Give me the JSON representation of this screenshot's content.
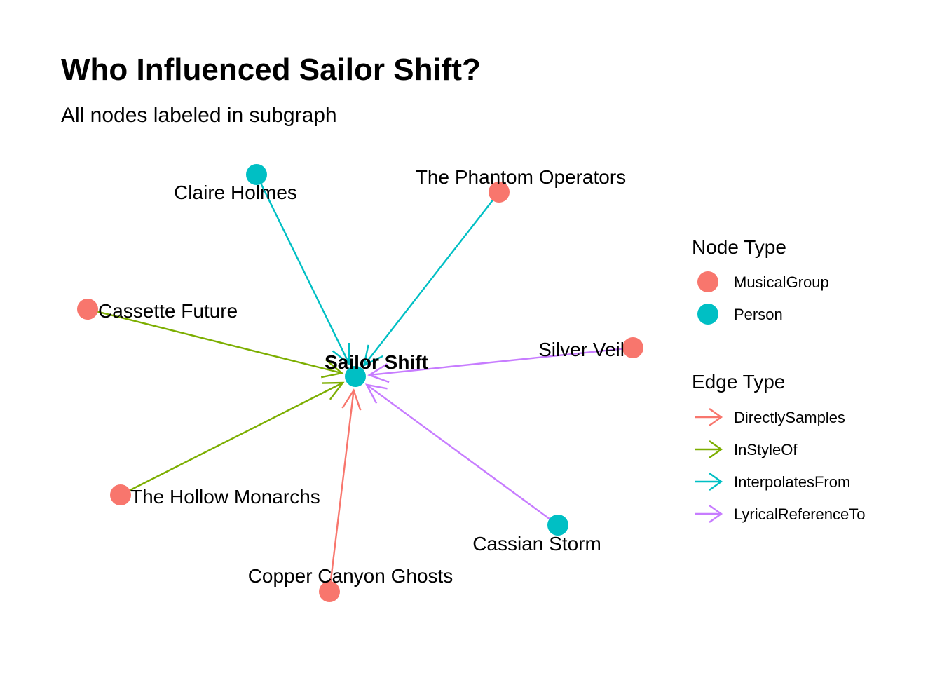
{
  "title": "Who Influenced Sailor Shift?",
  "subtitle": "All nodes labeled in subgraph",
  "node_type_colors": {
    "MusicalGroup": "#F8766D",
    "Person": "#00BFC4"
  },
  "edge_type_colors": {
    "DirectlySamples": "#F8766D",
    "InStyleOf": "#7CAE00",
    "InterpolatesFrom": "#00BFC4",
    "LyricalReferenceTo": "#C77CFF"
  },
  "center_node": {
    "id": "sailor-shift",
    "label": "Sailor Shift",
    "type": "Person"
  },
  "nodes": [
    {
      "id": "claire-holmes",
      "label": "Claire Holmes",
      "type": "Person",
      "edge_type": "InterpolatesFrom"
    },
    {
      "id": "the-phantom-operators",
      "label": "The Phantom Operators",
      "type": "MusicalGroup",
      "edge_type": "InterpolatesFrom"
    },
    {
      "id": "cassette-future",
      "label": "Cassette Future",
      "type": "MusicalGroup",
      "edge_type": "InStyleOf"
    },
    {
      "id": "silver-veil",
      "label": "Silver Veil",
      "type": "MusicalGroup",
      "edge_type": "LyricalReferenceTo"
    },
    {
      "id": "the-hollow-monarchs",
      "label": "The Hollow Monarchs",
      "type": "MusicalGroup",
      "edge_type": "InStyleOf"
    },
    {
      "id": "cassian-storm",
      "label": "Cassian Storm",
      "type": "Person",
      "edge_type": "LyricalReferenceTo"
    },
    {
      "id": "copper-canyon-ghosts",
      "label": "Copper Canyon Ghosts",
      "type": "MusicalGroup",
      "edge_type": "DirectlySamples"
    }
  ],
  "legend": {
    "node_title": "Node Type",
    "node_items": [
      "MusicalGroup",
      "Person"
    ],
    "edge_title": "Edge Type",
    "edge_items": [
      "DirectlySamples",
      "InStyleOf",
      "InterpolatesFrom",
      "LyricalReferenceTo"
    ]
  }
}
